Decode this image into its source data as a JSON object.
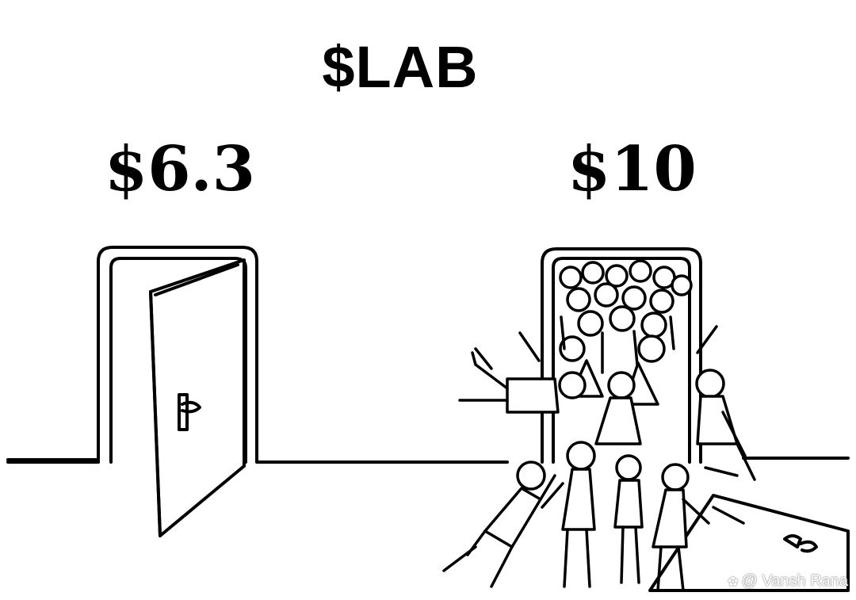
{
  "title": "$LAB",
  "left_price": "$6.3",
  "right_price": "$10",
  "watermark": {
    "icon": "camera-icon",
    "text": "@ Vansh Rana"
  },
  "colors": {
    "ink": "#000000",
    "background": "#ffffff"
  }
}
